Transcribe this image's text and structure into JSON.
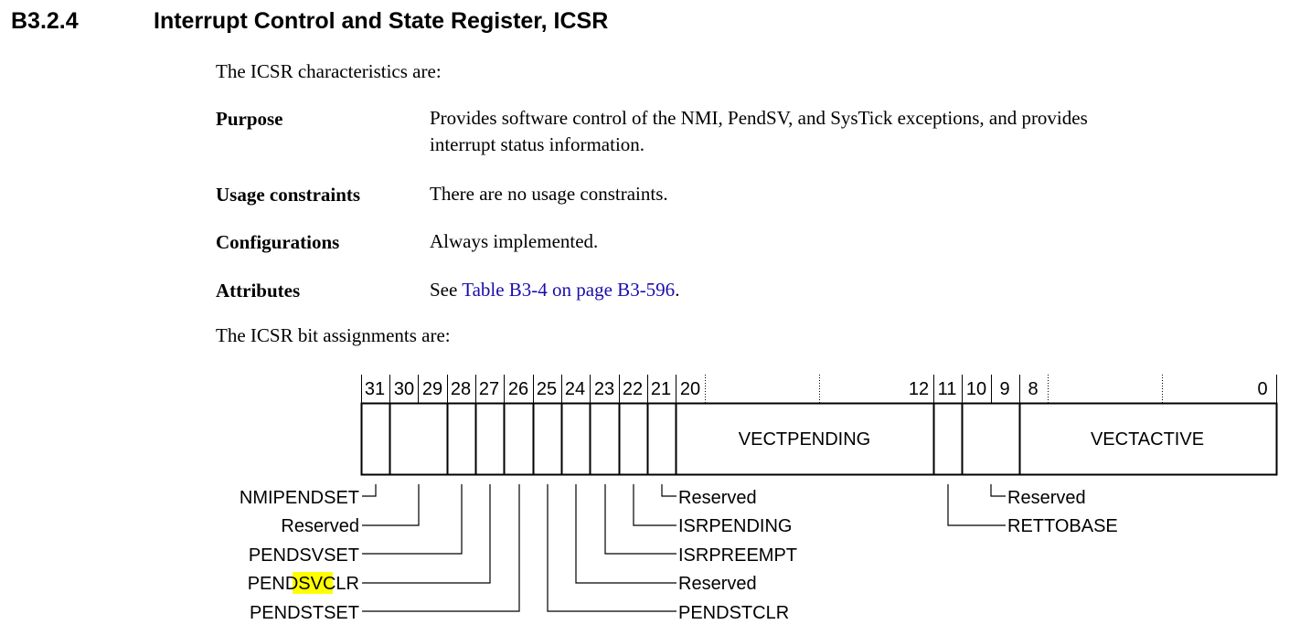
{
  "heading": {
    "number": "B3.2.4",
    "title": "Interrupt Control and State Register, ICSR"
  },
  "intro": "The ICSR characteristics are:",
  "properties": [
    {
      "label": "Purpose",
      "value_line1": "Provides software control of the NMI, PendSV, and SysTick exceptions, and provides",
      "value_line2": "interrupt status information."
    },
    {
      "label": "Usage constraints",
      "value": "There are no usage constraints."
    },
    {
      "label": "Configurations",
      "value": "Always implemented."
    },
    {
      "label": "Attributes",
      "value_prefix": "See ",
      "value_link": "Table B3-4 on page B3-596",
      "value_suffix": "."
    }
  ],
  "bit_intro": "The ICSR bit assignments are:",
  "register": {
    "bit_numbers": [
      "31",
      "30",
      "29",
      "28",
      "27",
      "26",
      "25",
      "24",
      "23",
      "22",
      "21",
      "20",
      "12",
      "11",
      "10",
      "9",
      "8",
      "0"
    ],
    "field_vectpending": "VECTPENDING",
    "field_vectactive": "VECTACTIVE",
    "left_labels": [
      "NMIPENDSET",
      "Reserved",
      "PENDSVSET",
      "PENDSVCLR",
      "PENDSTSET"
    ],
    "pendsvclr_parts": [
      "PEND",
      "SVC",
      "LR"
    ],
    "right_labels": [
      "Reserved",
      "ISRPENDING",
      "ISRPREEMPT",
      "Reserved",
      "PENDSTCLR"
    ],
    "mid_labels": [
      "Reserved",
      "RETTOBASE"
    ]
  },
  "colors": {
    "link": "#1a0dab",
    "highlight": "#ffff00",
    "text": "#000000"
  }
}
